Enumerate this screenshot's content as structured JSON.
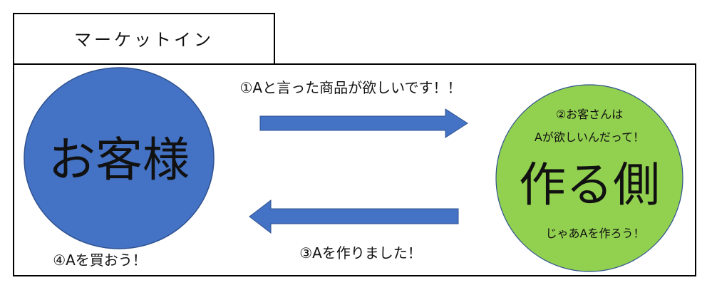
{
  "title": "マーケットイン",
  "customer": {
    "label": "お客様",
    "color": "#4472c4",
    "note": "④Aを買おう！"
  },
  "maker": {
    "label": "作る側",
    "color": "#92d050",
    "line1": "②お客さんは",
    "line2": "Aが欲しいんだって！",
    "line3": "じゃあAを作ろう！"
  },
  "arrows": {
    "request": "①Aと言った商品が欲しいです！！",
    "delivery": "③Aを作りました！",
    "color": "#4472c4"
  }
}
